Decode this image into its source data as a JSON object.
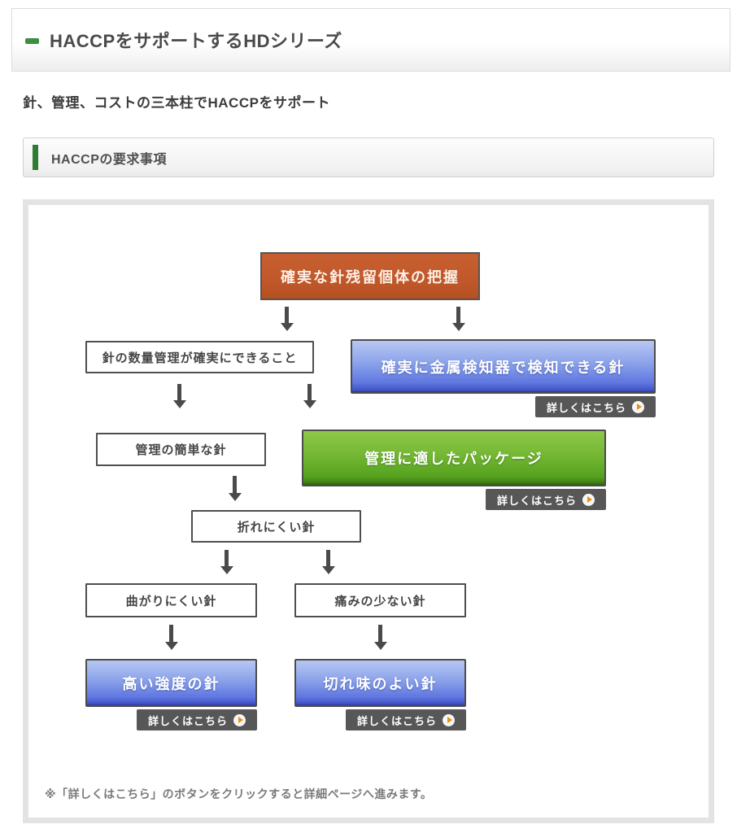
{
  "page": {
    "title": "HACCPをサポートするHDシリーズ",
    "subtitle": "針、管理、コストの三本柱でHACCPをサポート",
    "section_title": "HACCPの要求事項",
    "note": "※「詳しくはこちら」のボタンをクリックすると詳細ページへ進みます。"
  },
  "buttons": {
    "details_label": "詳しくはこちら",
    "details_icon": "play-circle-icon"
  },
  "flowchart": {
    "nodes": [
      {
        "id": "grasp-residual-needles",
        "label": "確実な針残留個体の把握",
        "type": "orange",
        "has_details": false
      },
      {
        "id": "quantity-management",
        "label": "針の数量管理が確実にできること",
        "type": "plain",
        "has_details": false
      },
      {
        "id": "metal-detectable-needle",
        "label": "確実に金属検知器で検知できる針",
        "type": "blue",
        "has_details": true
      },
      {
        "id": "easy-to-manage-needle",
        "label": "管理の簡単な針",
        "type": "plain",
        "has_details": false
      },
      {
        "id": "management-package",
        "label": "管理に適したパッケージ",
        "type": "green",
        "has_details": true
      },
      {
        "id": "break-resistant-needle",
        "label": "折れにくい針",
        "type": "plain",
        "has_details": false
      },
      {
        "id": "bend-resistant-needle",
        "label": "曲がりにくい針",
        "type": "plain",
        "has_details": false
      },
      {
        "id": "less-pain-needle",
        "label": "痛みの少ない針",
        "type": "plain",
        "has_details": false
      },
      {
        "id": "high-strength-needle",
        "label": "高い強度の針",
        "type": "blue",
        "has_details": true
      },
      {
        "id": "sharp-needle",
        "label": "切れ味のよい針",
        "type": "blue",
        "has_details": true
      }
    ],
    "edges": [
      "grasp-residual-needles→quantity-management",
      "grasp-residual-needles→metal-detectable-needle",
      "quantity-management→easy-to-manage-needle",
      "quantity-management→management-package",
      "easy-to-manage-needle→break-resistant-needle",
      "break-resistant-needle→bend-resistant-needle",
      "break-resistant-needle→less-pain-needle",
      "bend-resistant-needle→high-strength-needle",
      "less-pain-needle→sharp-needle"
    ]
  },
  "colors": {
    "accent_green": "#3e8e41",
    "section_accent_green": "#2f7d33",
    "node_orange": "#c0582b",
    "node_blue_top": "#b7c7f3",
    "node_blue_bottom": "#2e3c95",
    "node_green_top": "#8fc84a",
    "node_green_bottom": "#305f10",
    "node_border": "#4c4c4c",
    "details_button_bg": "#575757",
    "details_icon_arrow": "#e8920e",
    "arrow_gray": "#4a4a4a",
    "container_border": "#e3e3e3"
  }
}
